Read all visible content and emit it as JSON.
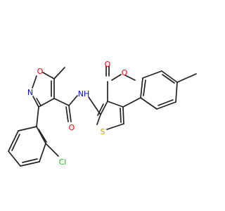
{
  "molecule": {
    "colors": {
      "bond": "#222222",
      "O": "#ff0000",
      "N": "#0000ff",
      "S": "#c8a000",
      "Cl": "#22b422"
    },
    "labels": {
      "ester_o_carbonyl": "O",
      "ester_o_methoxy": "O",
      "isoxazole_o": "O",
      "isoxazole_n": "N",
      "amide_o": "O",
      "amide_nh": "NH",
      "thiophene_s": "S",
      "chloro": "Cl"
    }
  }
}
